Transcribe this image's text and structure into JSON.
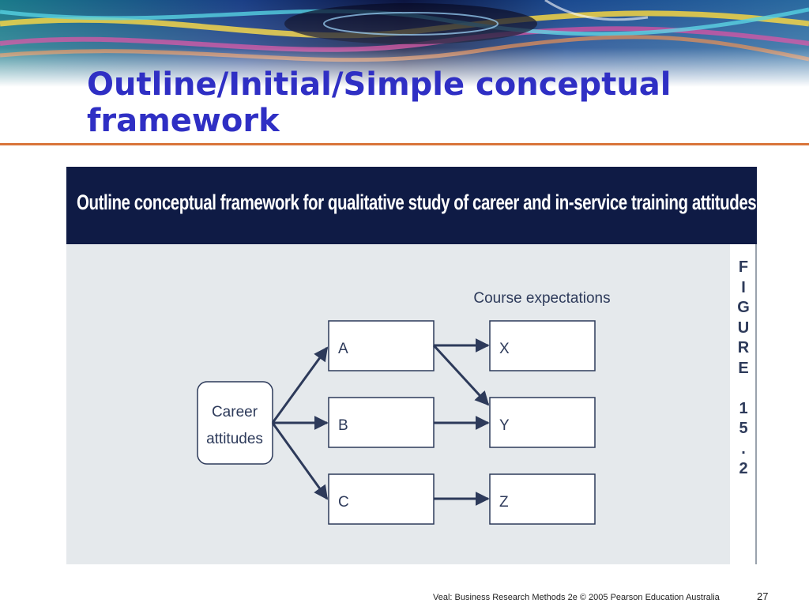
{
  "slide": {
    "title_line1": "Outline/Initial/Simple conceptual",
    "title_line2": "framework",
    "footer": "Veal: Business Research Methods 2e © 2005 Pearson Education Australia",
    "page_number": "27"
  },
  "figure": {
    "heading": "Outline conceptual framework for qualitative study of career and in-service training attitudes",
    "label": "FIGURE 15.2",
    "column_label": "Course expectations",
    "source_node": [
      "Career",
      "attitudes"
    ],
    "middle_nodes": [
      "A",
      "B",
      "C"
    ],
    "target_nodes": [
      "X",
      "Y",
      "Z"
    ],
    "edges": [
      {
        "from": "Career attitudes",
        "to": "A"
      },
      {
        "from": "Career attitudes",
        "to": "B"
      },
      {
        "from": "Career attitudes",
        "to": "C"
      },
      {
        "from": "A",
        "to": "X"
      },
      {
        "from": "A",
        "to": "Y"
      },
      {
        "from": "B",
        "to": "Y"
      },
      {
        "from": "C",
        "to": "Z"
      }
    ]
  },
  "colors": {
    "title": "#2f2fc4",
    "rule": "#d9753a",
    "header_bg": "#0f1b45",
    "panel_bg": "#e5e9ec",
    "ink": "#2d3a5a"
  }
}
